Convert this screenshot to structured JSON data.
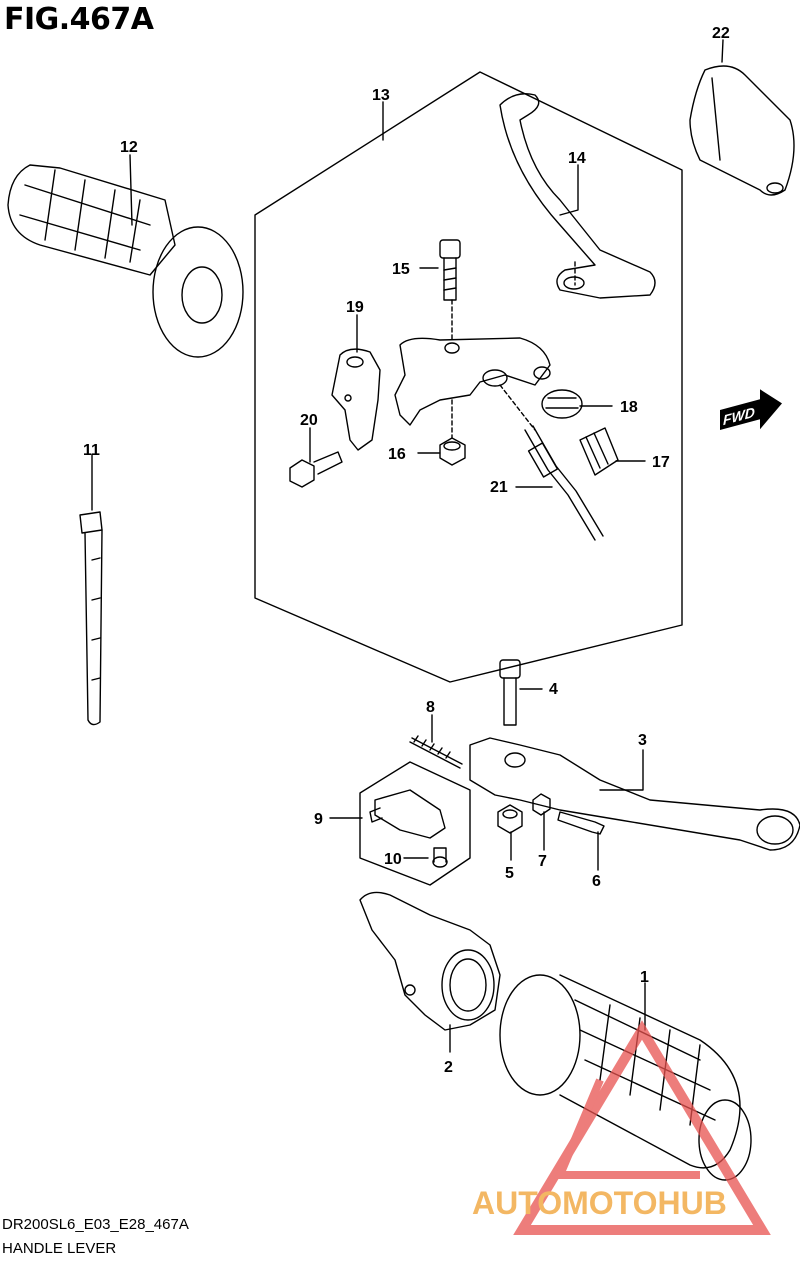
{
  "figure": {
    "title": "FIG.467A",
    "code": "DR200SL6_E03_E28_467A",
    "name": "HANDLE LEVER"
  },
  "fwd_badge": "FWD",
  "watermark": "AUTOMOTOHUB",
  "callouts": [
    "1",
    "2",
    "3",
    "4",
    "5",
    "6",
    "7",
    "8",
    "9",
    "10",
    "11",
    "12",
    "13",
    "14",
    "15",
    "16",
    "17",
    "18",
    "19",
    "20",
    "21",
    "22"
  ],
  "colors": {
    "line": "#000000",
    "watermark_red": "#e8524f",
    "watermark_orange": "#f0a030",
    "watermark_gray": "#8a8a8a"
  }
}
